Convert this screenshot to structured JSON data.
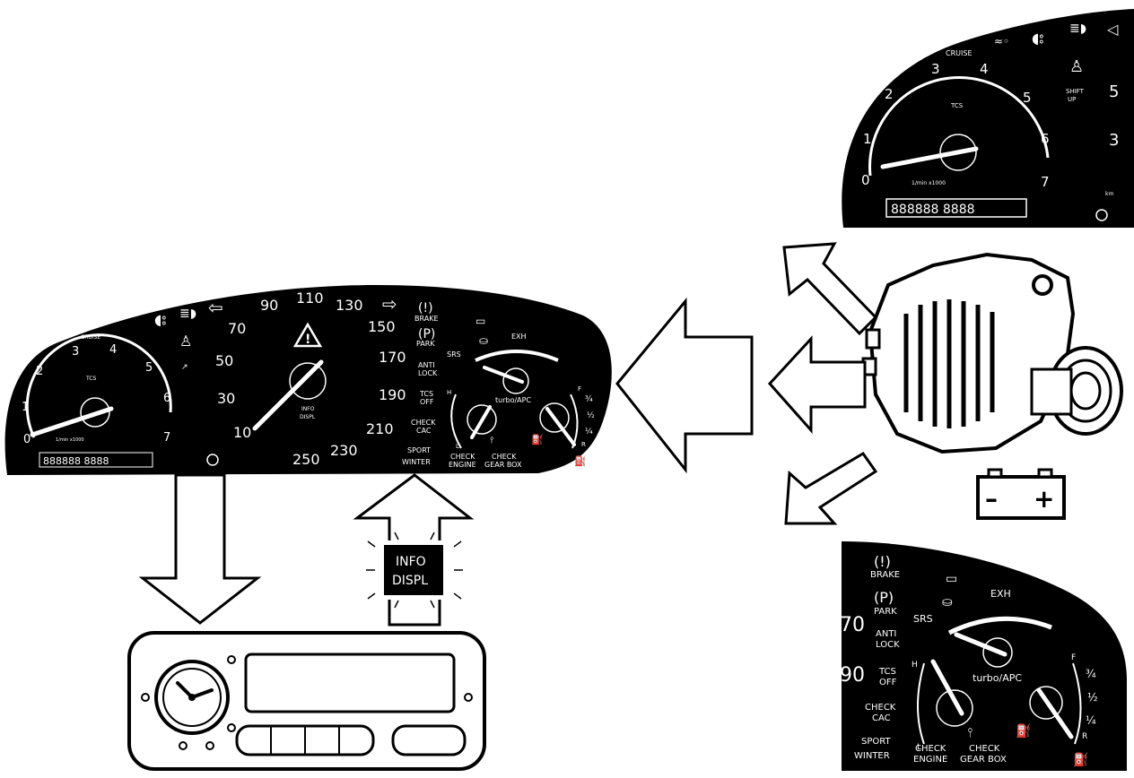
{
  "main_cluster": {
    "tach_numbers": [
      "0",
      "1",
      "2",
      "3",
      "4",
      "5",
      "6",
      "7"
    ],
    "tach_small_top": "CRUISE",
    "tach_small_center": "TCS",
    "tach_small_unit": "1/min x1000",
    "odometer": "888888 8888",
    "speed_numbers": [
      "10",
      "30",
      "50",
      "70",
      "90",
      "110",
      "130",
      "150",
      "170",
      "190",
      "210",
      "230",
      "250"
    ],
    "info_text": [
      "INFO",
      "DISPL"
    ],
    "warnings": [
      "BRAKE",
      "PARK",
      "ANTI",
      "LOCK",
      "TCS",
      "OFF",
      "CHECK",
      "CAC",
      "SPORT",
      "WINTER"
    ],
    "gauge_labels": {
      "srs": "SRS",
      "exh": "EXH",
      "turbo": "turbo/APC",
      "h": "H",
      "l": "L",
      "f": "F",
      "r": "R",
      "three_quarter": "¾",
      "half": "½",
      "quarter": "¼",
      "check_engine": [
        "CHECK",
        "ENGINE"
      ],
      "check_gearbox": [
        "CHECK",
        "GEAR BOX"
      ]
    }
  },
  "info_button": {
    "line1": "INFO",
    "line2": "DISPL"
  },
  "top_right_cluster": {
    "numbers": [
      "0",
      "1",
      "2",
      "3",
      "4",
      "5",
      "6",
      "7"
    ],
    "cruise": "CRUISE",
    "tcs": "TCS",
    "unit": "1/min x1000",
    "shift_up": [
      "SHIFT",
      "UP"
    ],
    "odometer": "888888 8888",
    "edge_numbers": [
      "5",
      "3"
    ],
    "km": "km"
  },
  "bottom_right_cluster": {
    "warnings": [
      "BRAKE",
      "PARK",
      "ANTI",
      "LOCK",
      "TCS",
      "OFF",
      "CHECK",
      "CAC",
      "SPORT",
      "WINTER"
    ],
    "srs": "SRS",
    "exh": "EXH",
    "turbo": "turbo/APC",
    "h": "H",
    "l": "L",
    "f": "F",
    "r": "R",
    "three_quarter": "¾",
    "half": "½",
    "quarter": "¼",
    "check_engine": [
      "CHECK",
      "ENGINE"
    ],
    "check_gearbox": [
      "CHECK",
      "GEAR BOX"
    ],
    "edge_numbers": [
      "70",
      "90"
    ]
  },
  "battery": {
    "minus": "–",
    "plus": "+"
  }
}
